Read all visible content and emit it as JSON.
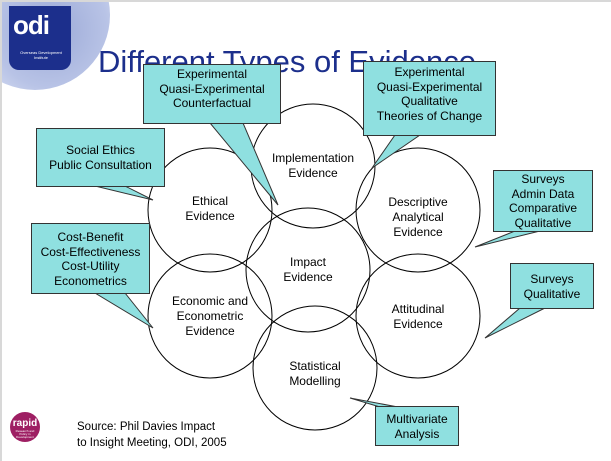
{
  "title": "Different Types of Evidence",
  "logos": {
    "odi": {
      "text": "odi",
      "subtitle": "Overseas Development Institute"
    },
    "rapid": {
      "text": "rapid",
      "subtitle": "Research and Policy in Development"
    }
  },
  "circles": [
    {
      "id": "implementation",
      "label": "Implementation Evidence"
    },
    {
      "id": "ethical",
      "label": "Ethical Evidence"
    },
    {
      "id": "descriptive",
      "label": "Descriptive Analytical Evidence"
    },
    {
      "id": "impact",
      "label": "Impact Evidence"
    },
    {
      "id": "economic",
      "label": "Economic and Econometric Evidence"
    },
    {
      "id": "attitudinal",
      "label": "Attitudinal Evidence"
    },
    {
      "id": "statistical",
      "label": "Statistical Modelling"
    }
  ],
  "callouts": {
    "impact_methods": "Experimental\nQuasi-Experimental\nCounterfactual",
    "implementation_methods": "Experimental\nQuasi-Experimental\nQualitative\nTheories of Change",
    "ethical_methods": "Social Ethics\nPublic Consultation",
    "descriptive_methods": "Surveys\nAdmin Data\nComparative\nQualitative",
    "economic_methods": "Cost-Benefit\nCost-Effectiveness\nCost-Utility\nEconometrics",
    "attitudinal_methods": "Surveys\nQualitative",
    "statistical_methods": "Multivariate\nAnalysis"
  },
  "source": "Source: Phil Davies Impact\nto Insight Meeting, ODI, 2005",
  "colors": {
    "title": "#1c2f8c",
    "callout_fill": "#8fe0e0",
    "odi_logo": "#1c2f8c",
    "rapid_logo": "#9e1f63"
  }
}
